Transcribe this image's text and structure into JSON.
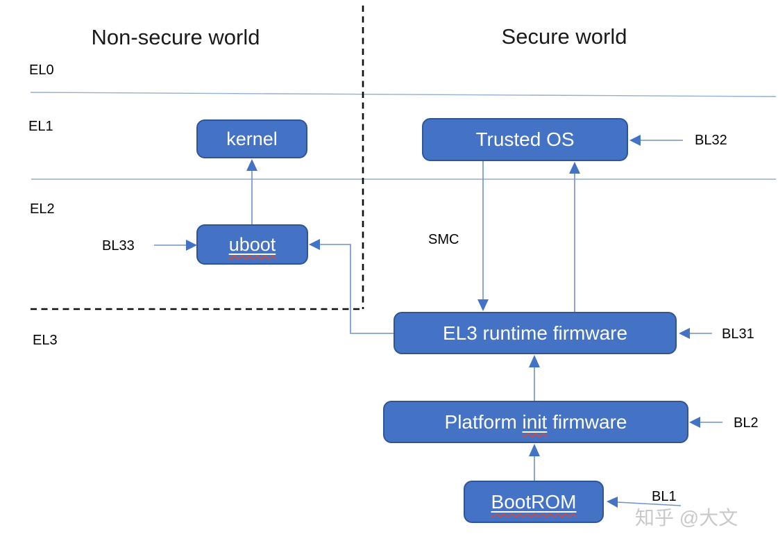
{
  "titles": {
    "non_secure": "Non-secure world",
    "secure": "Secure world"
  },
  "levels": {
    "el0": "EL0",
    "el1": "EL1",
    "el2": "EL2",
    "el3": "EL3"
  },
  "nodes": {
    "kernel": {
      "label": "kernel"
    },
    "trusted_os": {
      "label": "Trusted OS"
    },
    "uboot": {
      "label": "uboot"
    },
    "el3_runtime": {
      "label": "EL3 runtime firmware"
    },
    "platform_init": {
      "prefix": "Platform ",
      "wavy": "init",
      "suffix": " firmware"
    },
    "bootrom": {
      "label": "BootROM"
    }
  },
  "annotations": {
    "bl33": "BL33",
    "smc": "SMC",
    "bl32": "BL32",
    "bl31": "BL31",
    "bl2": "BL2",
    "bl1": "BL1"
  },
  "watermark": "知乎 @大文",
  "colors": {
    "node_fill": "#4472C4",
    "node_border": "#2F5597",
    "node_text": "#FFFFFF",
    "connector": "#7091C9",
    "arrowhead": "#4472C4",
    "boundary": "#94AFCF",
    "dashed": "#0D0D0D",
    "label_text": "#000000",
    "title_text": "#1A1A1A",
    "wavy": "#C0504D",
    "watermark": "#C9C9C9"
  }
}
